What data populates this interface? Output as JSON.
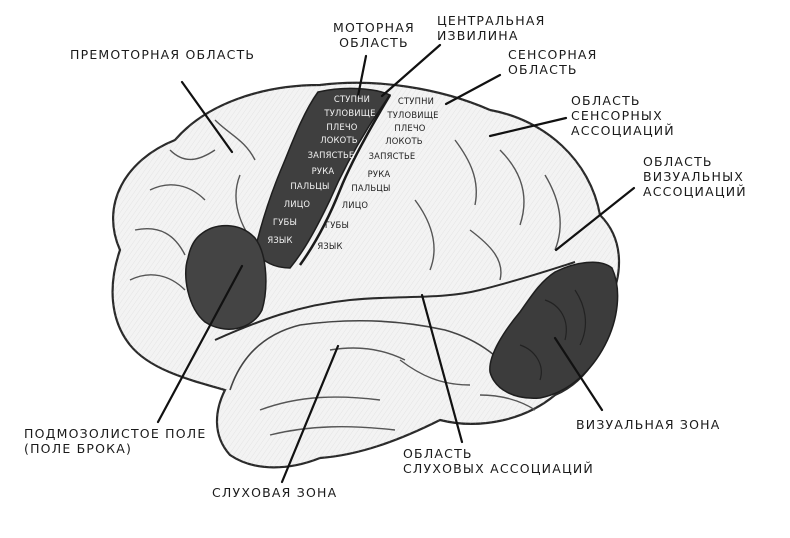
{
  "labels": {
    "premotor": "ПРЕМОТОРНАЯ ОБЛАСТЬ",
    "motor": [
      "МОТОРНАЯ",
      "ОБЛАСТЬ"
    ],
    "central_gyrus": [
      "ЦЕНТРАЛЬНАЯ",
      "ИЗВИЛИНА"
    ],
    "sensory": [
      "СЕНСОРНАЯ",
      "ОБЛАСТЬ"
    ],
    "sensory_assoc": [
      "ОБЛАСТЬ",
      "СЕНСОРНЫХ",
      "АССОЦИАЦИЙ"
    ],
    "visual_assoc": [
      "ОБЛАСТЬ",
      "ВИЗУАЛЬНЫХ",
      "АССОЦИАЦИЙ"
    ],
    "visual": "ВИЗУАЛЬНАЯ ЗОНА",
    "auditory_assoc": [
      "ОБЛАСТЬ",
      "СЛУХОВЫХ АССОЦИАЦИЙ"
    ],
    "auditory": "СЛУХОВАЯ ЗОНА",
    "broca": [
      "ПОДМОЗОЛИСТОЕ ПОЛЕ",
      "(ПОЛЕ БРОКА)"
    ]
  },
  "motor_strip": [
    "СТУПНИ",
    "ТУЛОВИЩЕ",
    "ПЛЕЧО",
    "ЛОКОТЬ",
    "ЗАПЯСТЬЕ",
    "РУКА",
    "ПАЛЬЦЫ",
    "ЛИЦО",
    "ГУБЫ",
    "ЯЗЫК"
  ],
  "sensory_strip": [
    "СТУПНИ",
    "ТУЛОВИЩЕ",
    "ПЛЕЧО",
    "ЛОКОТЬ",
    "ЗАПЯСТЬЕ",
    "РУКА",
    "ПАЛЬЦЫ",
    "ЛИЦО",
    "ГУБЫ",
    "ЯЗЫК"
  ],
  "colors": {
    "brain_fill": "#f3f3f3",
    "outline": "#2a2a2a",
    "sulci": "#555555",
    "dark_region": "#3f3f3f",
    "leader_line": "#111111"
  }
}
